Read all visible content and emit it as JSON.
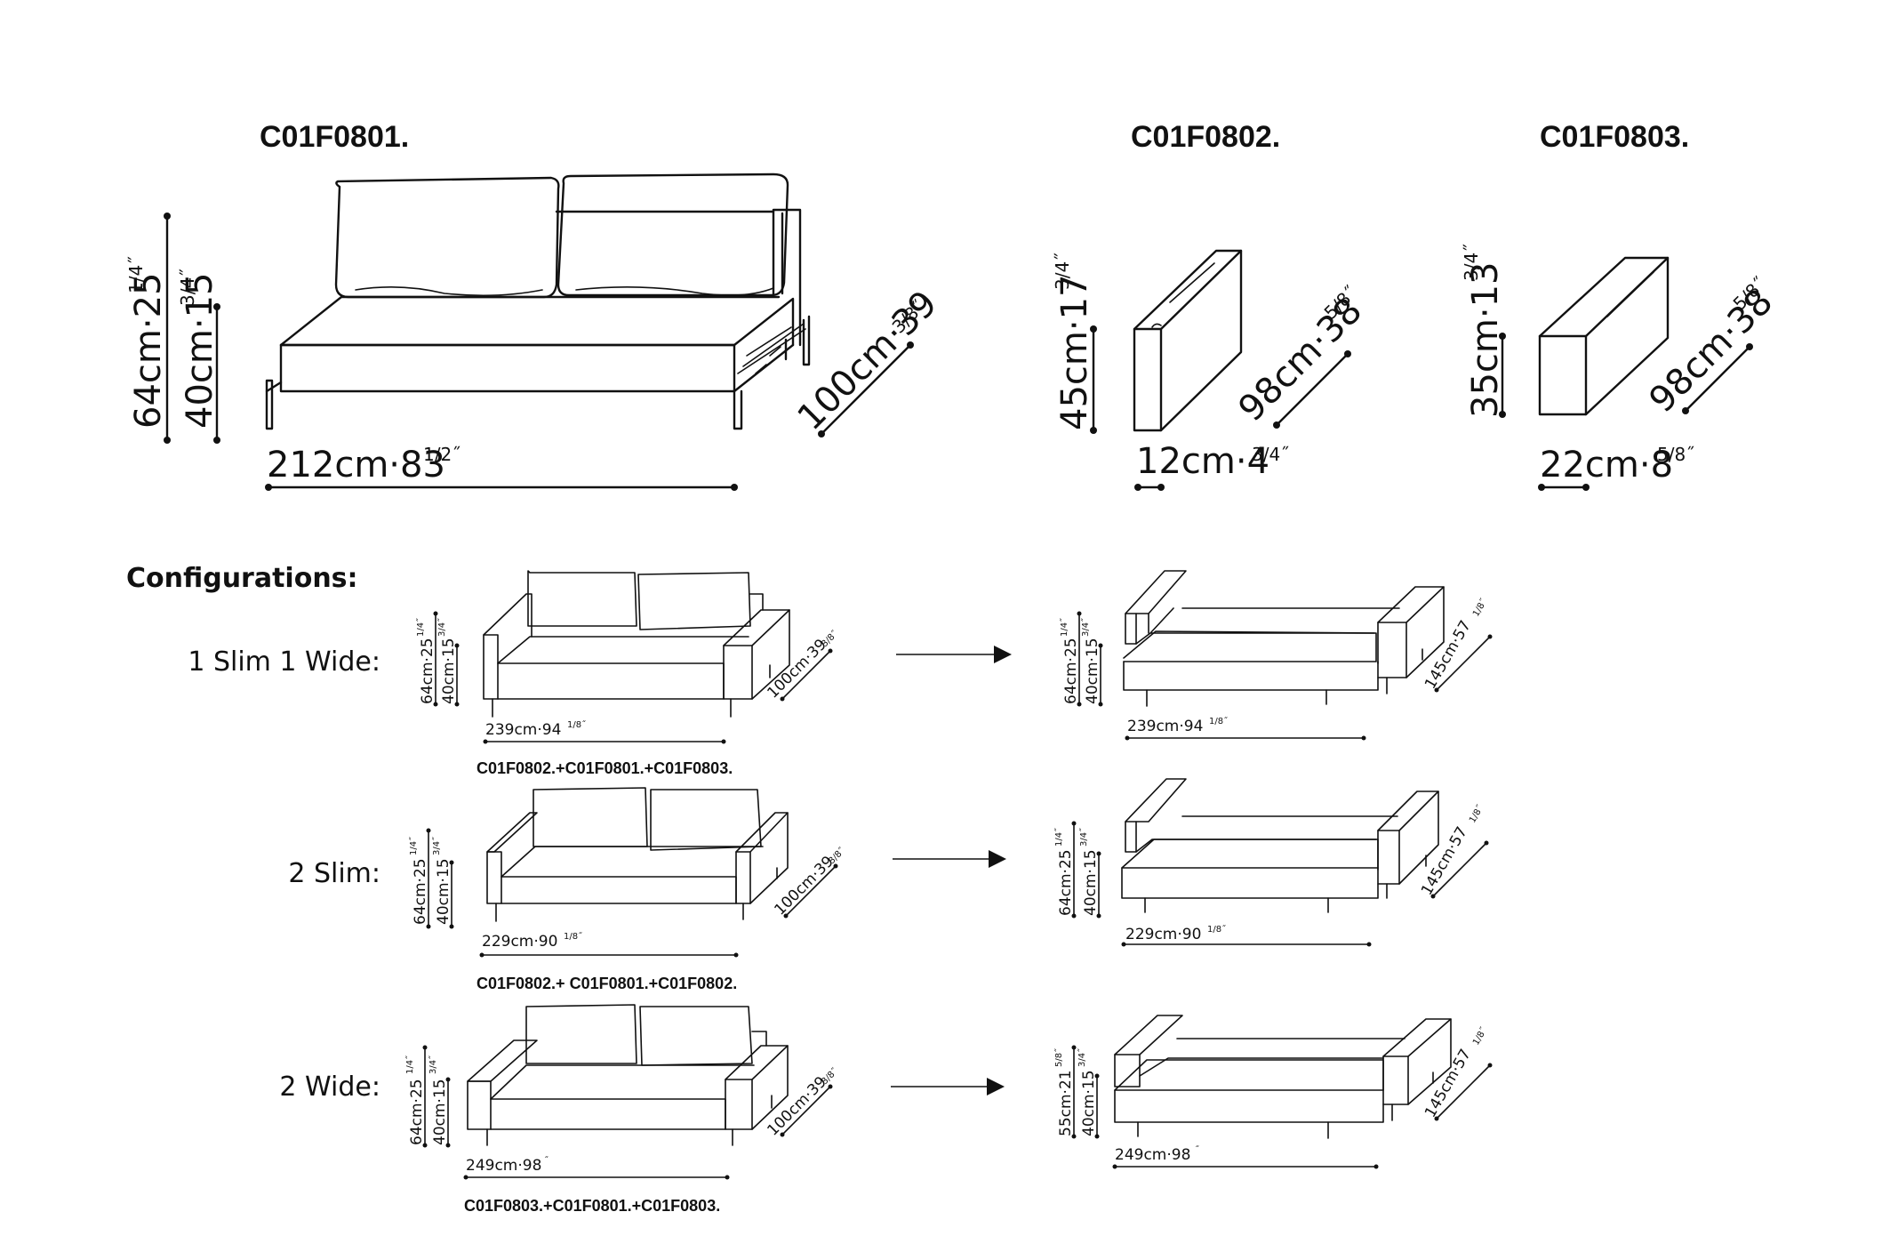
{
  "modules": [
    {
      "code": "C01F0801.",
      "height_total": "64cm·25",
      "height_total_frac": "1/4˝",
      "height_seat": "40cm·15",
      "height_seat_frac": "3/4˝",
      "depth": "100cm·39",
      "depth_frac": "3/8˝",
      "width": "212cm·83",
      "width_frac": "1/2˝"
    },
    {
      "code": "C01F0802.",
      "height": "45cm·17",
      "height_frac": "3/4˝",
      "depth": "98cm·38",
      "depth_frac": "5/8˝",
      "width": "12cm·4",
      "width_frac": "3/4˝"
    },
    {
      "code": "C01F0803.",
      "height": "35cm·13",
      "height_frac": "3/4˝",
      "depth": "98cm·38",
      "depth_frac": "5/8˝",
      "width": "22cm·8",
      "width_frac": "5/8˝"
    }
  ],
  "configurations_title": "Configurations:",
  "configurations": [
    {
      "label": "1 Slim 1 Wide:",
      "combo": "C01F0802.+C01F0801.+C01F0803.",
      "sofa": {
        "height_total": "64cm·25",
        "height_total_frac": "1/4˝",
        "height_seat": "40cm·15",
        "height_seat_frac": "3/4˝",
        "depth": "100cm·39",
        "depth_frac": "3/8˝",
        "width": "239cm·94",
        "width_frac": "1/8˝"
      },
      "bed": {
        "height_total": "64cm·25",
        "height_total_frac": "1/4˝",
        "height_seat": "40cm·15",
        "height_seat_frac": "3/4˝",
        "depth": "145cm·57",
        "depth_frac": "1/8˝",
        "width": "239cm·94",
        "width_frac": "1/8˝"
      }
    },
    {
      "label": "2 Slim:",
      "combo": "C01F0802.+ C01F0801.+C01F0802.",
      "sofa": {
        "height_total": "64cm·25",
        "height_total_frac": "1/4˝",
        "height_seat": "40cm·15",
        "height_seat_frac": "3/4˝",
        "depth": "100cm·39",
        "depth_frac": "3/8˝",
        "width": "229cm·90",
        "width_frac": "1/8˝"
      },
      "bed": {
        "height_total": "64cm·25",
        "height_total_frac": "1/4˝",
        "height_seat": "40cm·15",
        "height_seat_frac": "3/4˝",
        "depth": "145cm·57",
        "depth_frac": "1/8˝",
        "width": "229cm·90",
        "width_frac": "1/8˝"
      }
    },
    {
      "label": "2 Wide:",
      "combo": "C01F0803.+C01F0801.+C01F0803.",
      "sofa": {
        "height_total": "64cm·25",
        "height_total_frac": "1/4˝",
        "height_seat": "40cm·15",
        "height_seat_frac": "3/4˝",
        "depth": "100cm·39",
        "depth_frac": "3/8˝",
        "width": "249cm·98",
        "width_frac": "˝"
      },
      "bed": {
        "height_total": "55cm·21",
        "height_total_frac": "5/8˝",
        "height_seat": "40cm·15",
        "height_seat_frac": "3/4˝",
        "depth": "145cm·57",
        "depth_frac": "1/8˝",
        "width": "249cm·98",
        "width_frac": "˝"
      }
    }
  ]
}
